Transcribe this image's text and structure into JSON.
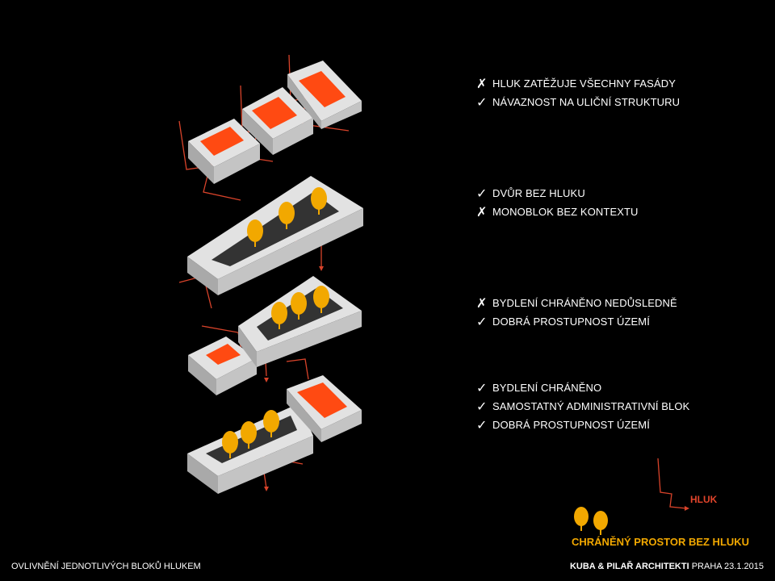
{
  "scenarios": [
    {
      "items": [
        {
          "mark": "✗",
          "icon": "cross-icon",
          "text": "HLUK ZATĚŽUJE VŠECHNY FASÁDY"
        },
        {
          "mark": "✓",
          "icon": "check-icon",
          "text": "NÁVAZNOST NA ULIČNÍ STRUKTURU"
        }
      ]
    },
    {
      "items": [
        {
          "mark": "✓",
          "icon": "check-icon",
          "text": "DVŮR BEZ HLUKU"
        },
        {
          "mark": "✗",
          "icon": "cross-icon",
          "text": "MONOBLOK BEZ KONTEXTU"
        }
      ]
    },
    {
      "items": [
        {
          "mark": "✗",
          "icon": "cross-icon",
          "text": "BYDLENÍ CHRÁNĚNO NEDŮSLEDNĚ"
        },
        {
          "mark": "✓",
          "icon": "check-icon",
          "text": "DOBRÁ PROSTUPNOST ÚZEMÍ"
        }
      ]
    },
    {
      "items": [
        {
          "mark": "✓",
          "icon": "check-icon",
          "text": "BYDLENÍ CHRÁNĚNO"
        },
        {
          "mark": "✓",
          "icon": "check-icon",
          "text": "SAMOSTATNÝ ADMINISTRATIVNÍ BLOK"
        },
        {
          "mark": "✓",
          "icon": "check-icon",
          "text": "DOBRÁ PROSTUPNOST ÚZEMÍ"
        }
      ]
    }
  ],
  "legend": {
    "noise_label": "HLUK",
    "quiet_label": "CHRÁNĚNÝ PROSTOR BEZ HLUKU"
  },
  "footer": {
    "title": "OVLIVNĚNÍ JEDNOTLIVÝCH BLOKŮ HLUKEM",
    "firm": "KUBA & PILAŘ ARCHITEKTI",
    "place_date": "PRAHA 23.1.2015"
  },
  "colors": {
    "background": "#000000",
    "building_top": "#e2e2e2",
    "building_side": "#bdbdbd",
    "exposed_courtyard": "#ff4a12",
    "noise_line": "#e0442b",
    "tree": "#f2a800"
  }
}
